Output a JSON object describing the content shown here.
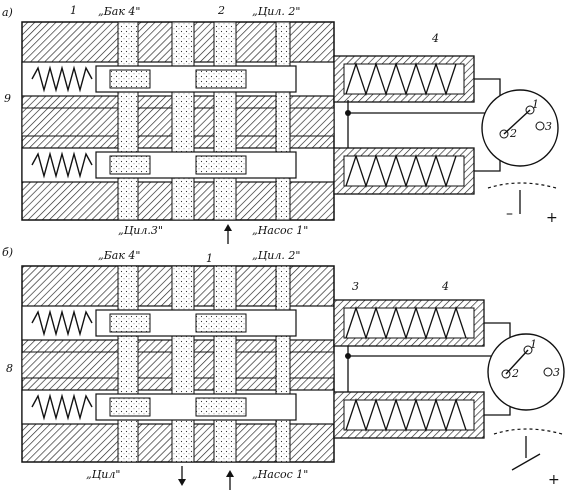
{
  "panels": [
    {
      "tag": "a)",
      "top_labels": [
        "„Бак 4\"",
        "„Цил. 2\""
      ],
      "bottom_labels": [
        "„Цил.3\"",
        "„Насос 1\""
      ],
      "callouts": [
        "1",
        "2",
        "4",
        "9"
      ],
      "switch_callouts": [
        "1",
        "2",
        "3"
      ],
      "minus": "–",
      "plus": "+"
    },
    {
      "tag": "б)",
      "top_labels": [
        "„Бак 4\"",
        "„Цил. 2\""
      ],
      "bottom_labels": [
        "„Цил\"",
        "„Насос 1\""
      ],
      "callouts": [
        "1",
        "3",
        "4",
        "8"
      ],
      "switch_callouts": [
        "1",
        "2",
        "3"
      ],
      "minus": "",
      "plus": "+"
    }
  ]
}
